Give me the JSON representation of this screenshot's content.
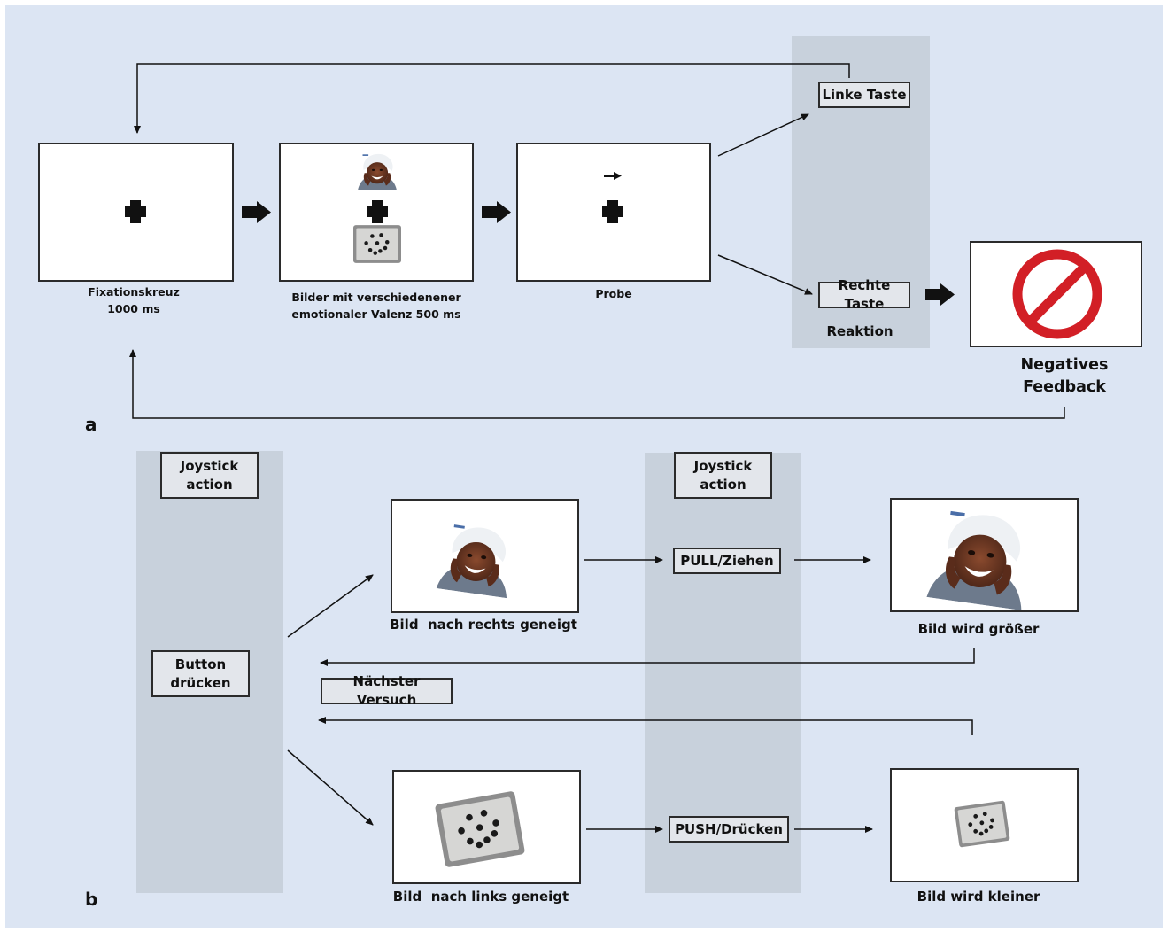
{
  "panel_a": {
    "letter": "a",
    "stages": {
      "fixation_caption": "Fixationskreuz\n1000 ms",
      "images_caption": "Bilder mit verschiedenener\nemotionaler Valenz 500 ms",
      "probe_caption": "Probe"
    },
    "response": {
      "left_key": "Linke Taste",
      "right_key": "Rechte Taste",
      "reaction_label": "Reaktion"
    },
    "feedback_caption": "Negatives\nFeedback"
  },
  "panel_b": {
    "letter": "b",
    "joystick_left": "Joystick\naction",
    "joystick_right": "Joystick\naction",
    "button_label": "Button\ndrücken",
    "pull_label": "PULL/Ziehen",
    "push_label": "PUSH/Drücken",
    "next_trial_label": "Nächster Versuch",
    "captions": {
      "tilt_right": "Bild  nach rechts geneigt",
      "bigger": "Bild wird größer",
      "tilt_left": "Bild  nach links geneigt",
      "smaller": "Bild wird kleiner"
    }
  },
  "colors": {
    "background": "#dce5f3",
    "band": "#c8d1dc",
    "stop_sign": "#d21f26"
  },
  "icons": [
    "cross-icon",
    "face-photo-icon",
    "dots-photo-icon",
    "arrow-right-icon",
    "no-entry-icon"
  ]
}
